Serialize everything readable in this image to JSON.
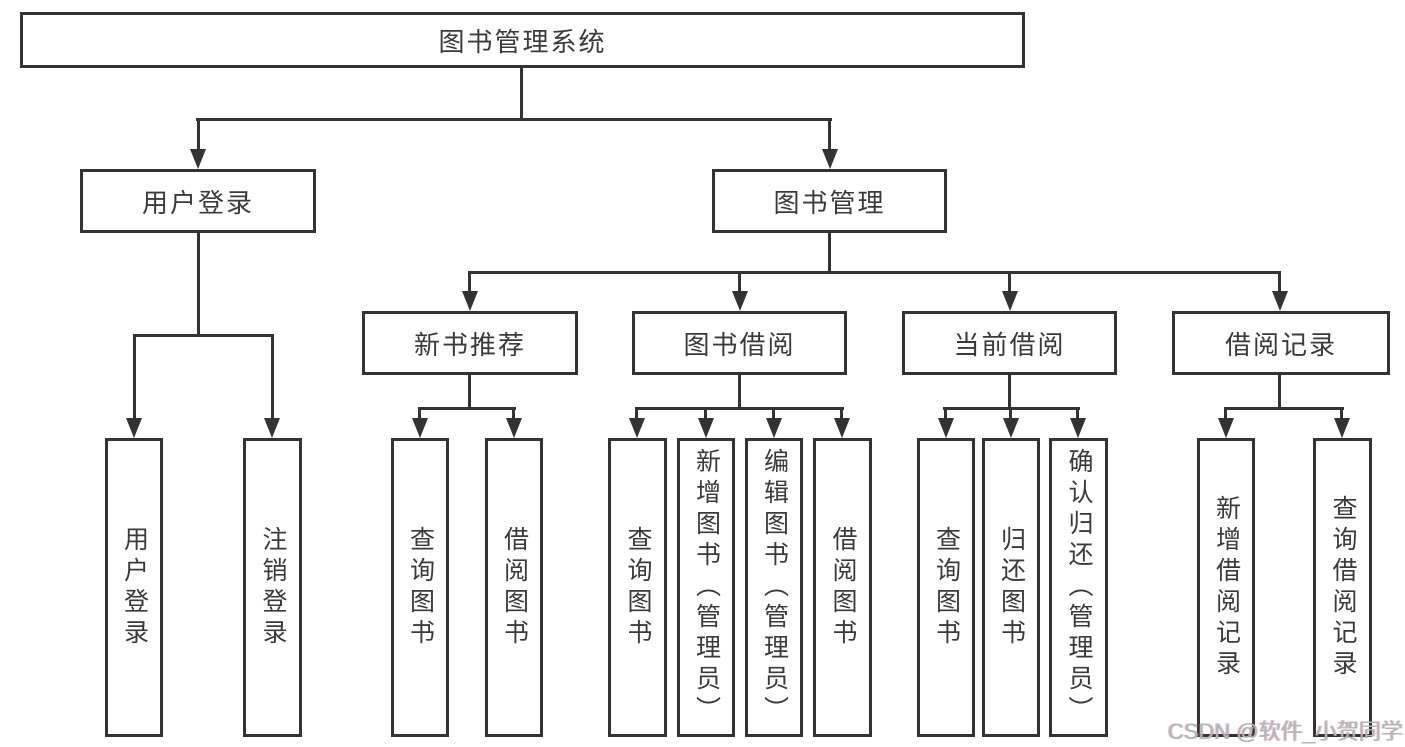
{
  "diagram": {
    "root": {
      "label": "图书管理系统"
    },
    "level2": [
      {
        "label": "用户登录"
      },
      {
        "label": "图书管理"
      }
    ],
    "level3": [
      {
        "label": "新书推荐"
      },
      {
        "label": "图书借阅"
      },
      {
        "label": "当前借阅"
      },
      {
        "label": "借阅记录"
      }
    ],
    "leaves": {
      "user_login": [
        "用户登录",
        "注销登录"
      ],
      "new_book": [
        "查询图书",
        "借阅图书"
      ],
      "book_borrow": [
        "查询图书",
        "新增图书（管理员）",
        "编辑图书（管理员）",
        "借阅图书"
      ],
      "current_borrow": [
        "查询图书",
        "归还图书",
        "确认归还（管理员）"
      ],
      "borrow_record": [
        "新增借阅记录",
        "查询借阅记录"
      ]
    }
  },
  "watermark": {
    "text": "CSDN @软件_小贺同学"
  },
  "colors": {
    "line": "#333333",
    "text": "#3a3a3a",
    "watermark": "#b5b5b5",
    "background": "#ffffff"
  }
}
